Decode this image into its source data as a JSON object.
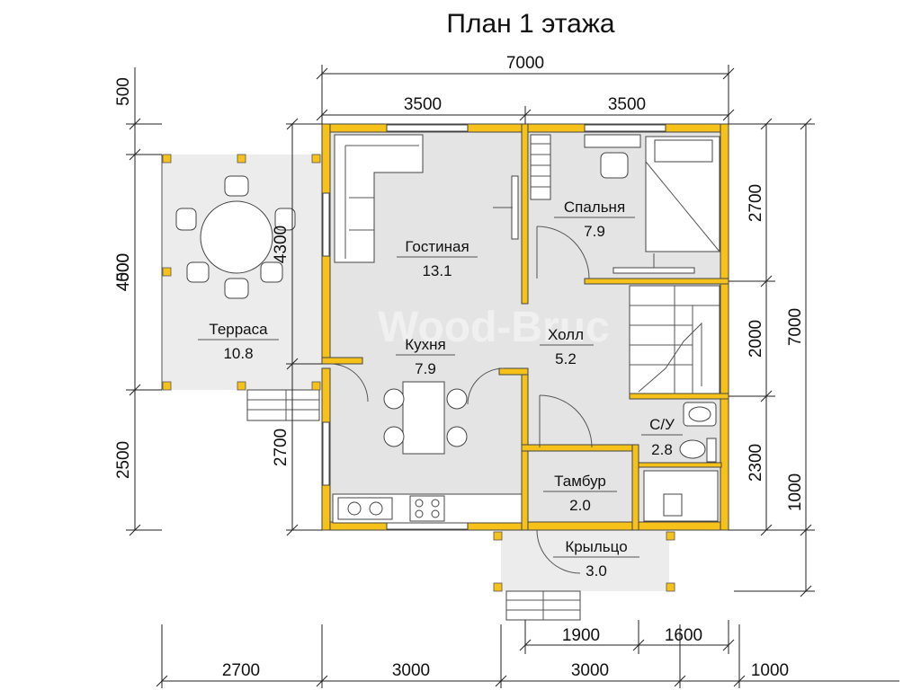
{
  "title": "План 1 этажа",
  "watermark": "Wood-Bruc",
  "colors": {
    "wall": "#f6c21a",
    "floor": "#e4e4e4",
    "terrace": "#ececec",
    "line": "#222222"
  },
  "dims": {
    "top_total": "7000",
    "top_left": "3500",
    "top_right": "3500",
    "left_500": "500",
    "left_4000": "4000",
    "left_4500": "4500",
    "left_2500": "2500",
    "inner_4300": "4300",
    "inner_2700": "2700",
    "right_2700": "2700",
    "right_2000": "2000",
    "right_2300": "2300",
    "right_7000": "7000",
    "right_1000": "1000",
    "bottom_1900": "1900",
    "bottom_1600": "1600",
    "bottom_2700": "2700",
    "bottom_3000a": "3000",
    "bottom_3000b": "3000",
    "bottom_1000": "1000"
  },
  "rooms": [
    {
      "name": "Гостиная",
      "area": "13.1"
    },
    {
      "name": "Спальня",
      "area": "7.9"
    },
    {
      "name": "Холл",
      "area": "5.2"
    },
    {
      "name": "Кухня",
      "area": "7.9"
    },
    {
      "name": "Терраса",
      "area": "10.8"
    },
    {
      "name": "С/У",
      "area": "2.8"
    },
    {
      "name": "Тамбур",
      "area": "2.0"
    },
    {
      "name": "Крыльцо",
      "area": "3.0"
    }
  ]
}
